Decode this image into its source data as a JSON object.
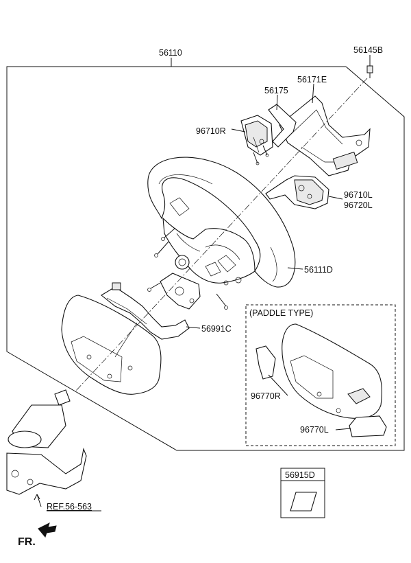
{
  "labels": {
    "p56110": "56110",
    "p56145B": "56145B",
    "p56171E": "56171E",
    "p56175": "56175",
    "p96710R": "96710R",
    "p96710L": "96710L",
    "p96720L": "96720L",
    "p56111D": "56111D",
    "p56991C": "56991C",
    "paddle": "(PADDLE TYPE)",
    "p96770R": "96770R",
    "p96770L": "96770L",
    "p56915D": "56915D",
    "ref": "REF.56-563",
    "fr": "FR."
  }
}
